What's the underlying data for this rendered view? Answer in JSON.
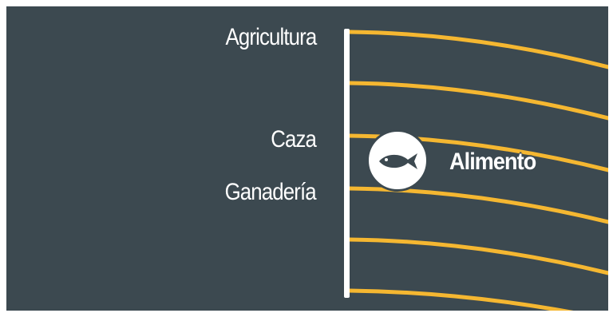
{
  "labels": {
    "agricultura": "Agricultura",
    "caza": "Caza",
    "ganaderia": "Ganadería"
  },
  "badge": {
    "icon": "fish-icon",
    "label": "Alimento"
  },
  "colors": {
    "background": "#3c4950",
    "line": "#f5b731",
    "bar": "#ffffff"
  }
}
